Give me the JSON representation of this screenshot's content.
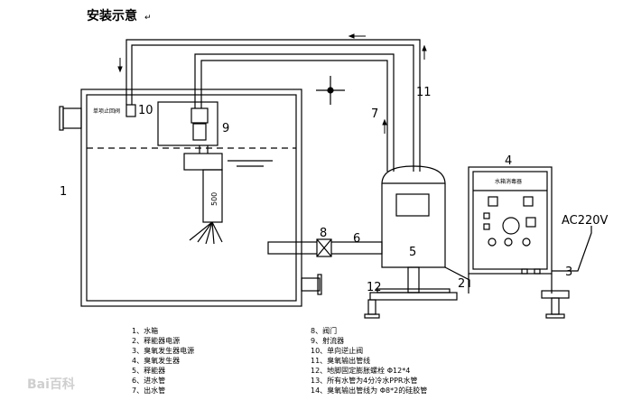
{
  "title": "安装示意",
  "labels": {
    "n1": "1",
    "n2": "2",
    "n3": "3",
    "n4": "4",
    "n5": "5",
    "n6": "6",
    "n7": "7",
    "n8": "8",
    "n9": "9",
    "n10": "10",
    "n11": "11",
    "n12": "12"
  },
  "check_valve_tag": "单项止回阀",
  "machine_panel_title": "水箱消毒器",
  "ozone_box_text": "500",
  "power_label": "AC220V",
  "legend_left": [
    "1、水箱",
    "2、释能器电源",
    "3、臭氧发生器电源",
    "4、臭氧发生器",
    "5、释能器",
    "6、进水管",
    "7、出水管"
  ],
  "legend_right": [
    "8、阀门",
    "9、射流器",
    "10、单向逆止阀",
    "11、臭氧输出管线",
    "12、地脚固定膨胀螺栓 Φ12*4",
    "13、所有水管为4分冷水PPR水管",
    "14、臭氧输出管线为 Φ8*2的硅胶管"
  ],
  "watermark": "Bai百科"
}
